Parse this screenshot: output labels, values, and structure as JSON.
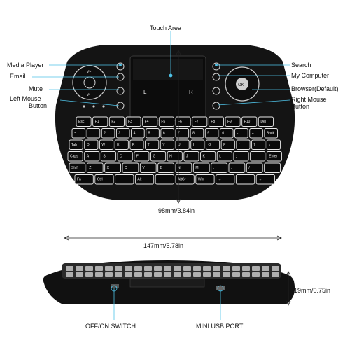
{
  "labels": {
    "touch_area": "Touch Area",
    "media_player": "Media Player",
    "email": "Email",
    "mute": "Mute",
    "left_mouse_1": "Left Mouse",
    "left_mouse_2": "Button",
    "search": "Search",
    "my_computer": "My Computer",
    "browser": "Browser(Default)",
    "right_mouse_1": "Right Mouse",
    "right_mouse_2": "Button",
    "depth": "98mm/3.84in",
    "width": "147mm/5.78in",
    "height": "19mm/0.75in",
    "switch": "OFF/ON SWITCH",
    "usb": "MINI USB PORT"
  },
  "keyboard": {
    "row1": [
      "Esc",
      "F1",
      "F2",
      "F3",
      "F4",
      "F5",
      "F6",
      "F7",
      "F8",
      "F9",
      "F10",
      "Del"
    ],
    "row2": [
      "~",
      "1",
      "2",
      "3",
      "4",
      "5",
      "6",
      "7",
      "8",
      "9",
      "0",
      "-",
      "=",
      "Back"
    ],
    "row3": [
      "Tab",
      "Q",
      "W",
      "E",
      "R",
      "T",
      "Y",
      "U",
      "I",
      "O",
      "P",
      "[",
      "]",
      "\\"
    ],
    "row4": [
      "Caps",
      "A",
      "S",
      "D",
      "F",
      "G",
      "H",
      "J",
      "K",
      "L",
      ";",
      "'",
      "Enter"
    ],
    "row5": [
      "Shift",
      "Z",
      "X",
      "C",
      "V",
      "B",
      "N",
      "M",
      ",",
      ".",
      "/",
      "↑"
    ],
    "row6": [
      "Fn",
      "Ctrl",
      "",
      "Alt",
      "",
      "AltGr",
      "Win",
      "←",
      "↓",
      "→"
    ],
    "touch_buttons": [
      "L",
      "R"
    ],
    "ok_label": "OK",
    "vol_up": "V+",
    "vol_down": "V-"
  },
  "colors": {
    "body": "#141414",
    "key_outline": "#e8e8e8",
    "leader": "#4fc3e8",
    "dim_line": "#222222"
  }
}
